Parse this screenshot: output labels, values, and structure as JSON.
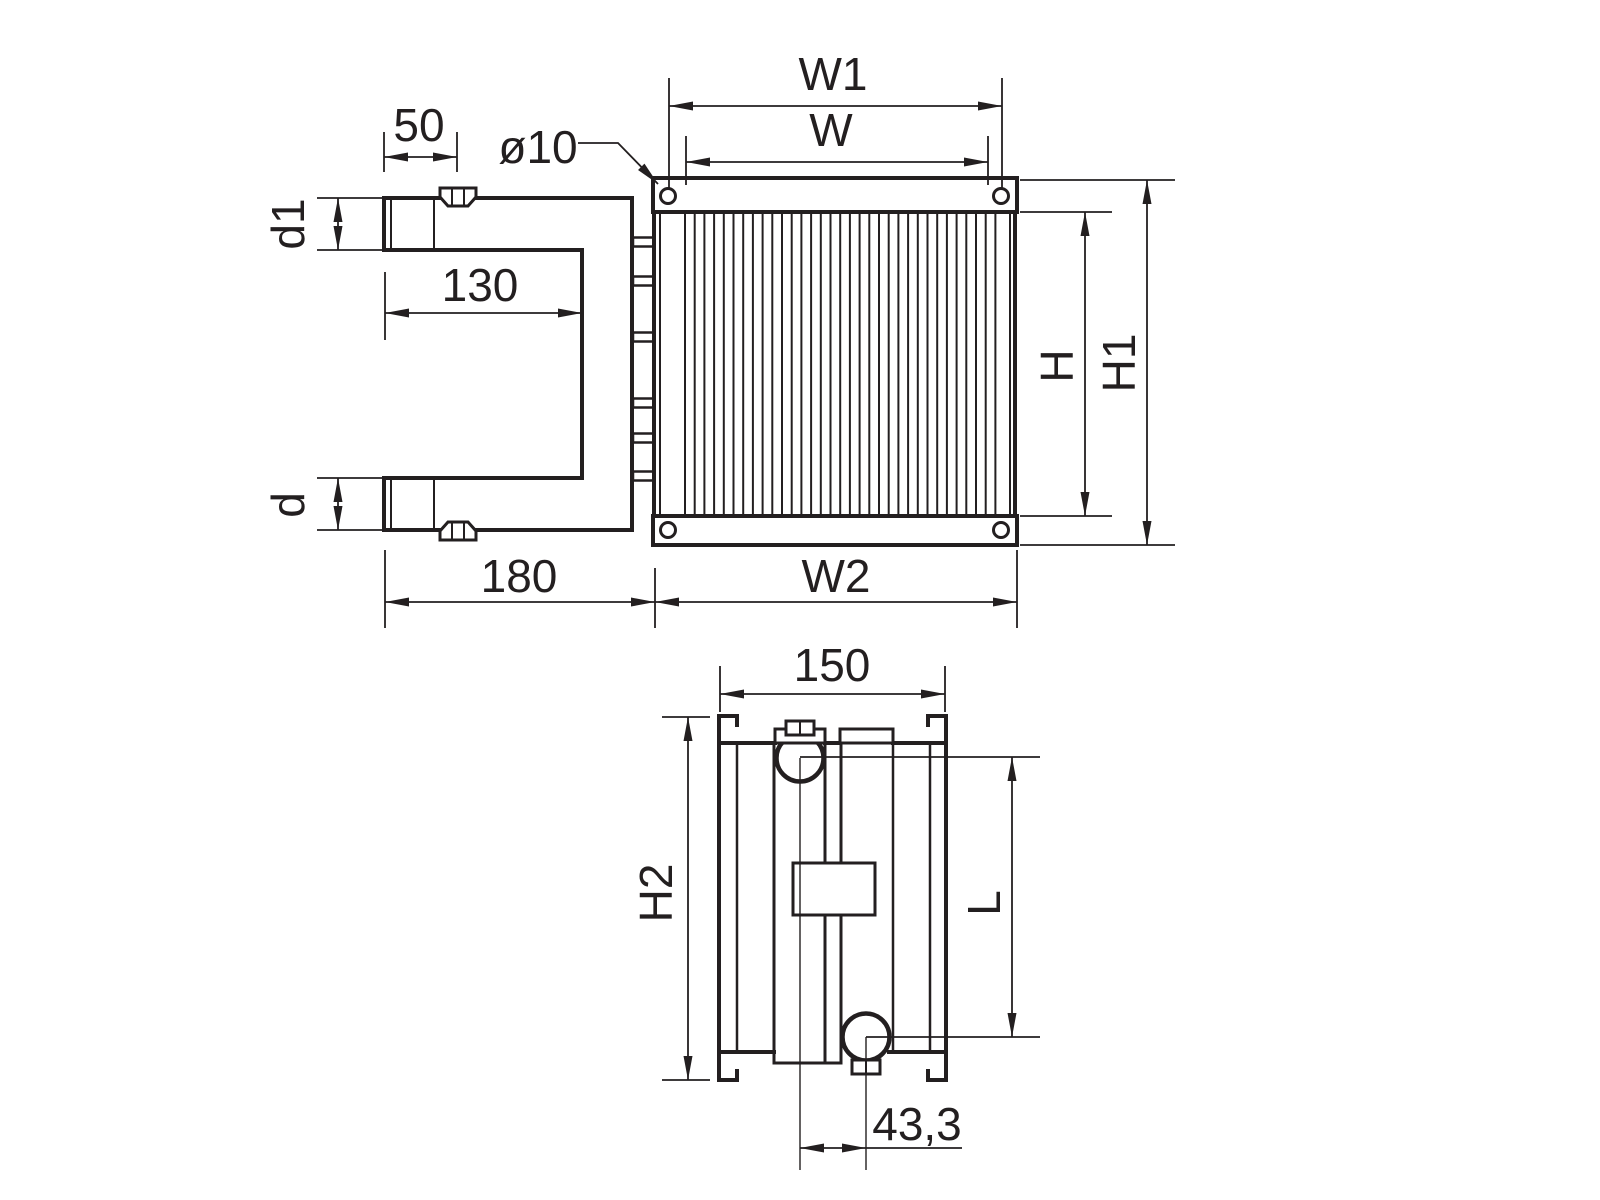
{
  "drawing": {
    "type": "technical-dimension-drawing",
    "colors": {
      "ink": "#231f20",
      "background": "#ffffff"
    },
    "front_view": {
      "labels": {
        "w1": "W1",
        "w": "W",
        "hole_callout": "ø10",
        "thread_length": "50",
        "d1": "d1",
        "pipe_inset": "130",
        "d": "d",
        "connection_depth": "180",
        "w2": "W2",
        "h": "H",
        "h1": "H1"
      }
    },
    "side_view": {
      "labels": {
        "depth": "150",
        "h2": "H2",
        "l": "L",
        "port_offset": "43,3"
      }
    }
  }
}
